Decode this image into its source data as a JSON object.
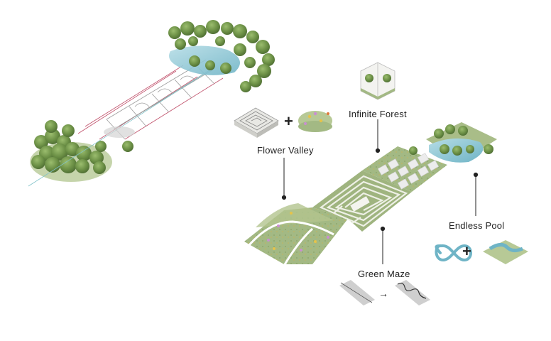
{
  "labels": {
    "flower_valley": "Flower Valley",
    "infinite_forest": "Infinite Forest",
    "endless_pool": "Endless Pool",
    "green_maze": "Green Maze"
  },
  "symbols": {
    "plus": "+",
    "arrow": "→",
    "infinity": "∞"
  },
  "colors": {
    "tree_dark": "#5e7f3e",
    "tree_mid": "#7fa05a",
    "grass": "#a8bd86",
    "water": "#8fc9d6",
    "line_red": "#c0506a",
    "line_grey": "#9a9a9a",
    "text": "#222222"
  }
}
